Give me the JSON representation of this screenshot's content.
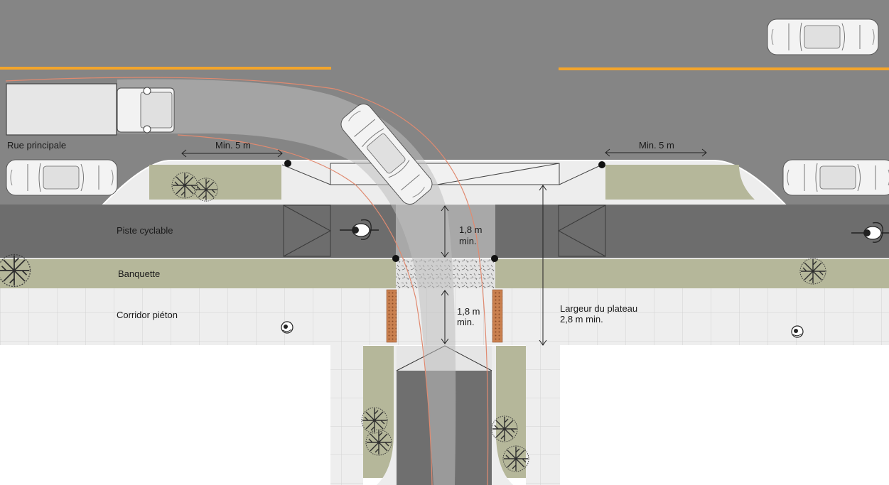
{
  "labels": {
    "main_street": "Rue principale",
    "bike_lane": "Piste cyclable",
    "verge": "Banquette",
    "pedestrian_corridor": "Corridor piéton"
  },
  "dimensions": {
    "min_left": "Min. 5 m",
    "min_right": "Min. 5 m",
    "bike_width_line1": "1,8 m",
    "bike_width_line2": "min.",
    "ped_width_line1": "1,8 m",
    "ped_width_line2": "min.",
    "plateau_line1": "Largeur du plateau",
    "plateau_line2": "2,8 m  min."
  },
  "colors": {
    "asphalt": "#858585",
    "asphalt_dark": "#6f6f6f",
    "bike_lane": "#6d6d6d",
    "raised_plateau": "#eaeaea",
    "sidewalk": "#eeeeee",
    "verge": "#b5b79a",
    "yellow_line": "#f3a52b",
    "tactile": "#c9804f",
    "turn_path": "#e08a70",
    "swept_area": "#a8a8a8"
  },
  "icons": [
    "truck-icon",
    "car-icon",
    "bicycle-icon",
    "pedestrian-icon",
    "tree-icon"
  ]
}
